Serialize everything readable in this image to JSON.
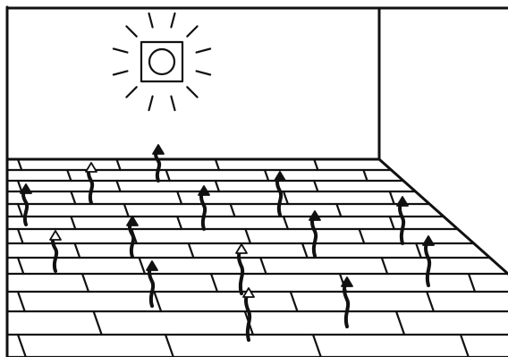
{
  "figure": {
    "kind": "line-drawing",
    "ink_color": "#111111",
    "paper_color": "#ffffff",
    "elements": {
      "room": "room-corner",
      "light": "sun-lamp-icon",
      "floor": "tiled-floor",
      "heat": "rising-heat-arrow"
    },
    "arrows": [
      {
        "style": "solid"
      },
      {
        "style": "hollow"
      },
      {
        "style": "solid"
      },
      {
        "style": "solid"
      },
      {
        "style": "solid"
      },
      {
        "style": "solid"
      },
      {
        "style": "hollow"
      },
      {
        "style": "solid"
      },
      {
        "style": "solid"
      },
      {
        "style": "solid"
      },
      {
        "style": "hollow"
      },
      {
        "style": "solid"
      },
      {
        "style": "solid"
      },
      {
        "style": "hollow"
      },
      {
        "style": "solid"
      }
    ]
  }
}
